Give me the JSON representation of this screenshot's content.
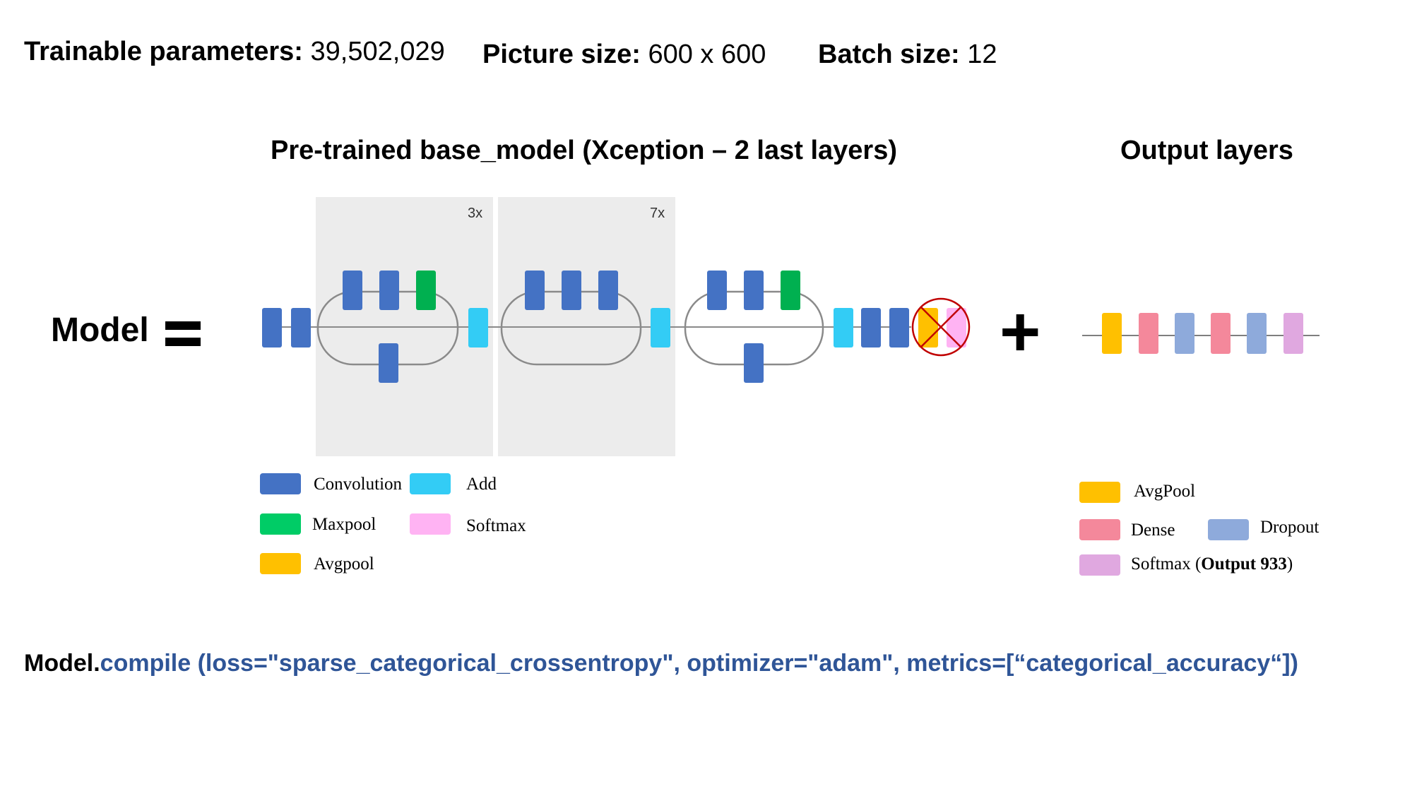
{
  "stats": {
    "trainable_label": "Trainable parameters:",
    "trainable_value": "39,502,029",
    "picture_label": "Picture size:",
    "picture_value": "600 x 600",
    "batch_label": "Batch size:",
    "batch_value": "12"
  },
  "headings": {
    "base_model": "Pre-trained base_model (Xception – 2 last layers)",
    "output_layers": "Output layers"
  },
  "model_label": "Model",
  "repeat_labels": {
    "block1": "3x",
    "block2": "7x"
  },
  "base_legend": {
    "convolution": "Convolution",
    "add": "Add",
    "maxpool": "Maxpool",
    "softmax": "Softmax",
    "avgpool": "Avgpool"
  },
  "output_legend": {
    "avgpool": "AvgPool",
    "dense": "Dense",
    "dropout": "Dropout",
    "softmax_prefix": "Softmax (",
    "softmax_bold": "Output 933",
    "softmax_suffix": ")"
  },
  "code": {
    "object": "Model.",
    "call": "compile (loss=\"sparse_categorical_crossentropy\",  optimizer=\"adam\",  metrics=[“categorical_accuracy“])"
  },
  "colors": {
    "convolution": "#4472c4",
    "add": "#33ccf5",
    "maxpool": "#00b050",
    "softmax": "#ffb3f3",
    "avgpool": "#ffc000",
    "dense": "#f4889b",
    "dropout": "#8eaadb",
    "output_softmax": "#e0a8e0",
    "block_bg": "#ececec",
    "remove_mark": "#c00000"
  },
  "icons": {
    "remove_marker": "crossed-circle-icon"
  }
}
